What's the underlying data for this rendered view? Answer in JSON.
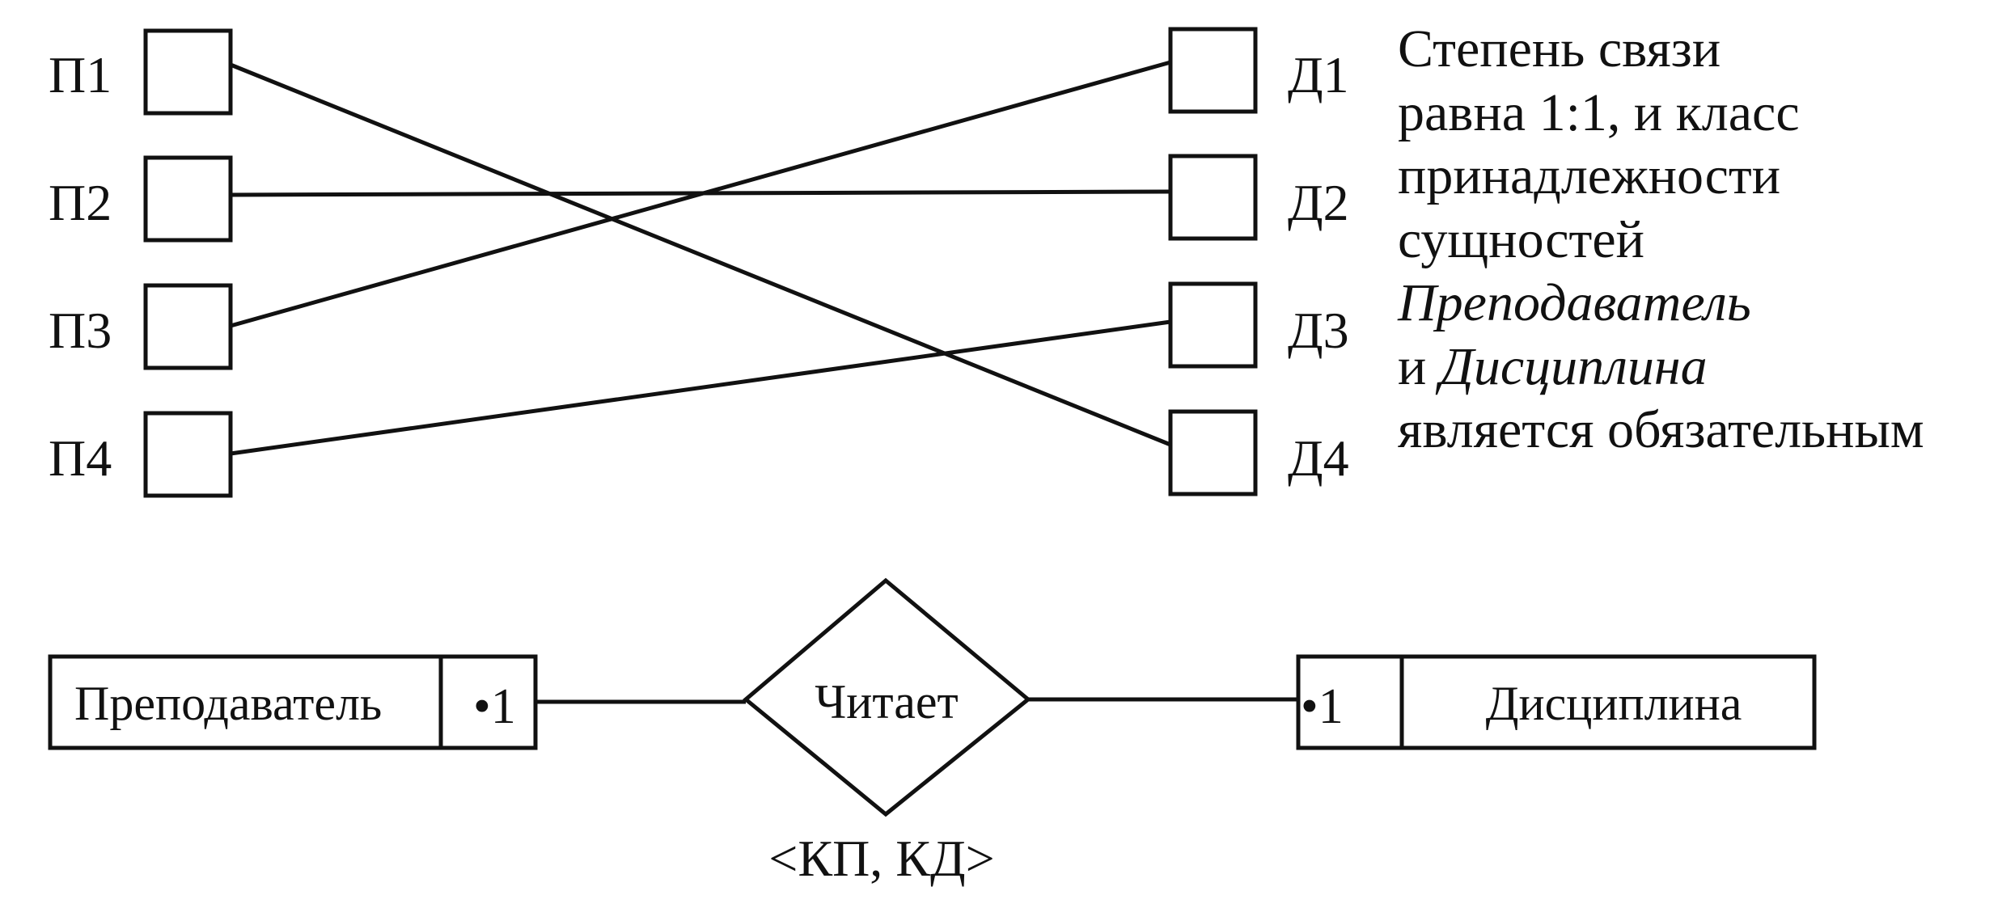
{
  "left_instances": [
    "П1",
    "П2",
    "П3",
    "П4"
  ],
  "right_instances": [
    "Д1",
    "Д2",
    "Д3",
    "Д4"
  ],
  "note": {
    "line1": "Степень связи",
    "line2": "равна 1:1, и класс",
    "line3": "принадлежности",
    "line4": "сущностей",
    "line5_italic": "Преподаватель",
    "line6_prefix": "и ",
    "line6_italic": "Дисциплина",
    "line7": "является обязательным"
  },
  "er": {
    "left_entity": "Преподаватель",
    "left_cardinality": "•1",
    "relationship": "Читает",
    "right_cardinality": "•1",
    "right_entity": "Дисциплина",
    "key_label": "<КП, КД>"
  }
}
